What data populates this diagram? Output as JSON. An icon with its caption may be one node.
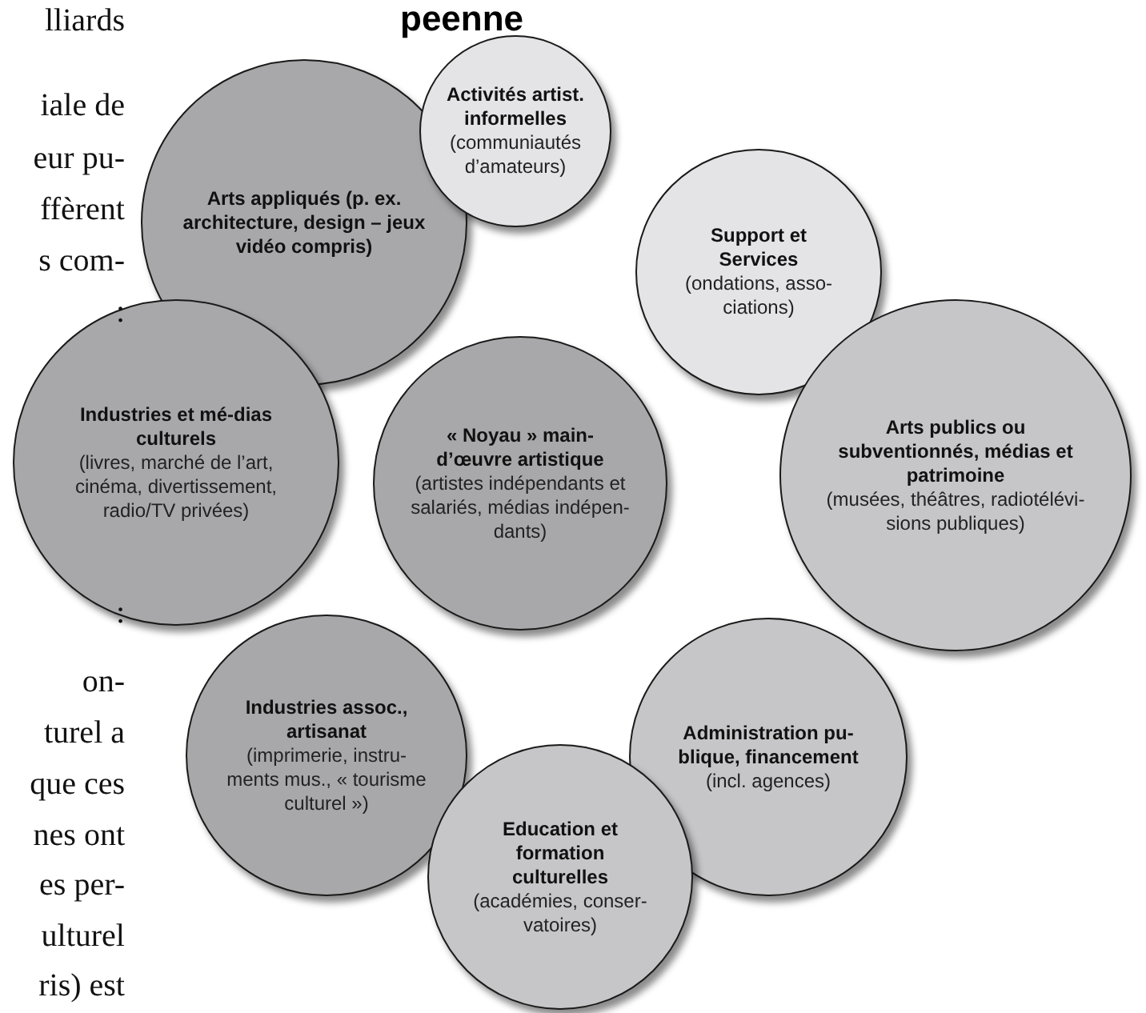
{
  "diagram": {
    "nodes": [
      {
        "text": [
          "Activités artist. informelles",
          "(communiautés d’amateurs)"
        ]
      },
      {
        "text": [
          "Arts appliqués (p. ex. architecture, design – jeux vidéo compris)"
        ]
      },
      {
        "text": [
          "Support et Services",
          "(ondations, asso- ciations)"
        ]
      },
      {
        "text": [
          "Industries et mé-dias culturels",
          "(livres, marché de l’art, cinéma, divertissement, radio/TV privées)"
        ]
      },
      {
        "text": [
          "Arts publics ou subventionnés, médias et patrimoine",
          "(musées, théâtres, radiotélévi- sions publiques)"
        ]
      },
      {
        "text": [
          "« Noyau » main- d’œuvre artistique",
          "(artistes indépendants et salariés, médias indépen- dants)"
        ]
      },
      {
        "text": [
          "Industries assoc., artisanat",
          "(imprimerie, instru- ments mus., « tourisme culturel »)"
        ]
      },
      {
        "text": [
          "Administration pu- blique, financement",
          "(incl. agences)"
        ]
      },
      {
        "text": [
          "Education et formation culturelles",
          "(académies, conser- vatoires)"
        ]
      }
    ],
    "labels": [
      "peenne",
      "lliards",
      "iale de",
      "eur pu-",
      "ffèrent",
      "s com-",
      ":",
      ":",
      "on-",
      "turel a",
      "que ces",
      "nes ont",
      "es per-",
      "ulturel",
      "ris) est"
    ]
  }
}
